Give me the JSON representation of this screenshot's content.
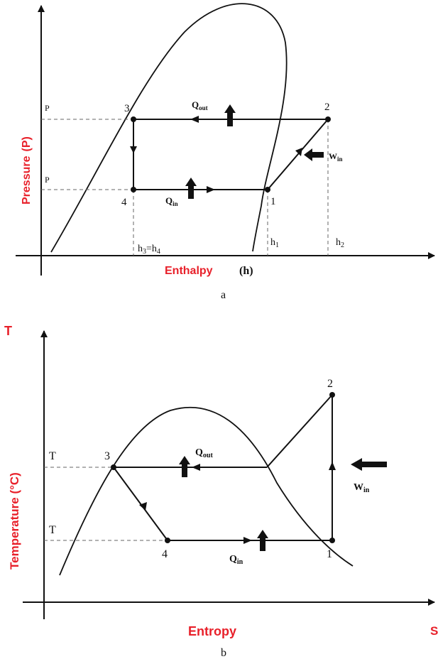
{
  "colors": {
    "label_red": "#e8202a",
    "line": "#111111",
    "dash": "#666666"
  },
  "diagram_a": {
    "caption": "a",
    "y_axis_label": "Pressure",
    "y_axis_symbol": "(P)",
    "x_axis_label": "Enthalpy",
    "x_axis_symbol": "(h)",
    "pressure_high": "P",
    "pressure_low": "P",
    "points": {
      "p1": "1",
      "p2": "2",
      "p3": "3",
      "p4": "4"
    },
    "heat_out": {
      "main": "Q",
      "sub": "out"
    },
    "heat_in": {
      "main": "Q",
      "sub": "in"
    },
    "work_in": {
      "main": "W",
      "sub": "in"
    },
    "h34": {
      "a": "h",
      "a_sub": "3",
      "eq": "=h",
      "b_sub": "4"
    },
    "h1": {
      "main": "h",
      "sub": "1"
    },
    "h2": {
      "main": "h",
      "sub": "2"
    }
  },
  "diagram_b": {
    "caption": "b",
    "y_axis_top": "T",
    "y_axis_label": "Temperature (°C)",
    "x_axis_label": "Entropy",
    "x_axis_end": "S",
    "temp_high": "T",
    "temp_low": "T",
    "points": {
      "p1": "1",
      "p2": "2",
      "p3": "3",
      "p4": "4"
    },
    "heat_out": {
      "main": "Q",
      "sub": "out"
    },
    "heat_in": {
      "main": "Q",
      "sub": "in"
    },
    "work_in": {
      "main": "W",
      "sub": "in"
    }
  }
}
